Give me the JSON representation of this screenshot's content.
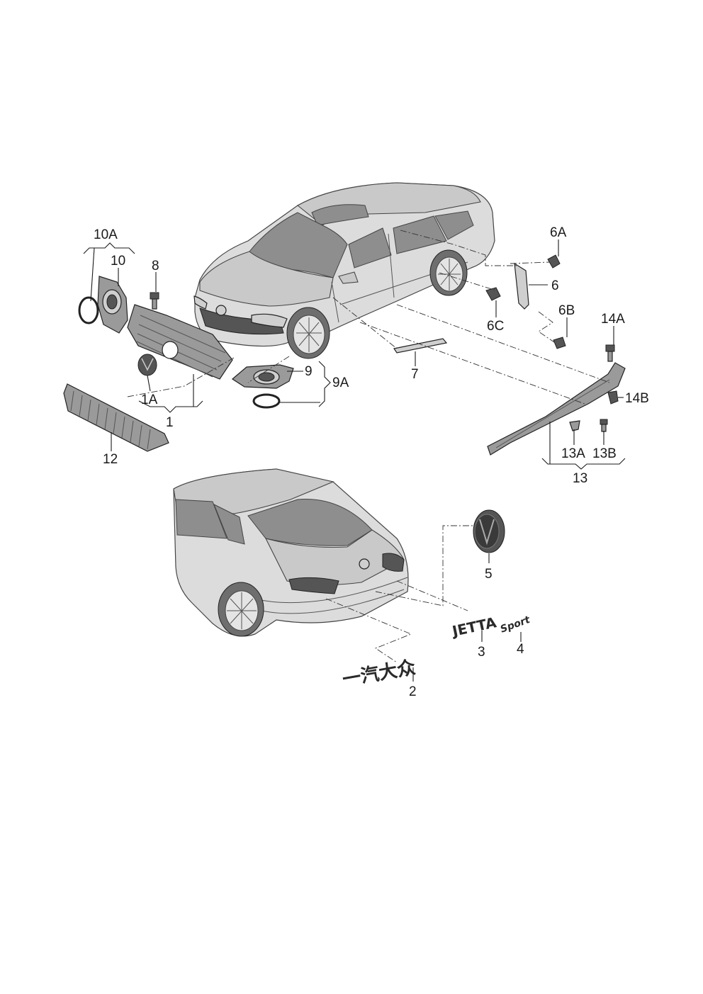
{
  "callouts": {
    "c10A": "10A",
    "c10": "10",
    "c8": "8",
    "c1A": "1A",
    "c1": "1",
    "c12": "12",
    "c9": "9",
    "c9A": "9A",
    "c7": "7",
    "c6A": "6A",
    "c6": "6",
    "c6B": "6B",
    "c6C": "6C",
    "c14A": "14A",
    "c14B": "14B",
    "c13A": "13A",
    "c13B": "13B",
    "c13": "13",
    "c5": "5",
    "c3": "3",
    "c4": "4",
    "c2": "2"
  },
  "emblems": {
    "model_badge": "JETTA",
    "sport_badge": "Sport",
    "maker_badge": "一汽大众"
  }
}
